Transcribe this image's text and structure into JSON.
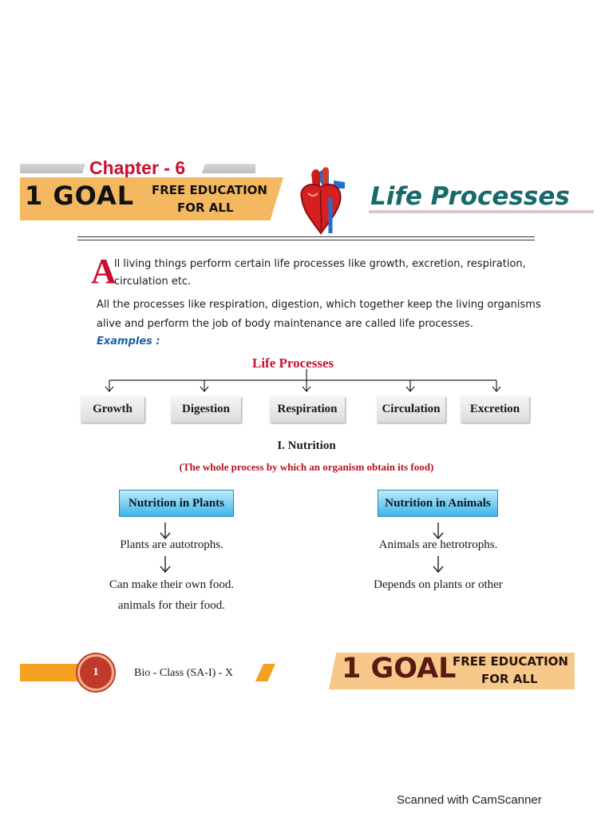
{
  "header": {
    "chapter": "Chapter - 6",
    "goal": "1 GOAL",
    "tagline_line1": "FREE EDUCATION",
    "tagline_line2": "FOR ALL",
    "title": "Life Processes",
    "heart_icon": "heart-icon"
  },
  "intro": {
    "dropcap": "A",
    "line1": "ll living things perform certain life processes like growth, excretion, respiration,",
    "line2": "circulation etc.",
    "para2_line1": "All the processes like respiration, digestion, which together keep the living organisms",
    "para2_line2": "alive and perform the job of body maintenance are called life processes.",
    "examples": "Examples :"
  },
  "diagram": {
    "title": "Life Processes",
    "items": [
      "Growth",
      "Digestion",
      "Respiration",
      "Circulation",
      "Excretion"
    ]
  },
  "nutrition": {
    "title": "I. Nutrition",
    "subtitle": "(The whole process by which an organism obtain its food)",
    "plants": {
      "heading": "Nutrition in Plants",
      "line1": "Plants are autotrophs.",
      "line2": "Can make their own food.",
      "line3": "animals for their food."
    },
    "animals": {
      "heading": "Nutrition in Animals",
      "line1": "Animals are hetrotrophs.",
      "line2": "Depends on plants or other"
    }
  },
  "footer": {
    "page_number": "1",
    "class_label": "Bio - Class (SA-I) - X",
    "goal": "1 GOAL",
    "tagline_line1": "FREE EDUCATION",
    "tagline_line2": "FOR ALL"
  },
  "watermark": "Scanned with CamScanner",
  "colors": {
    "accent_red": "#c8102e",
    "teal_title": "#176a6a",
    "banner_orange": "#f4b860",
    "box_blue": "#3db6e8"
  }
}
